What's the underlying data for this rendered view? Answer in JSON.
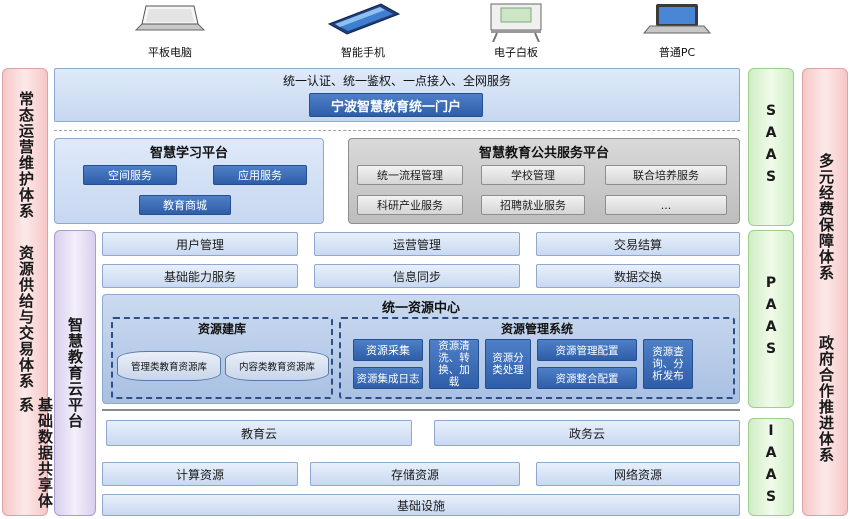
{
  "devices": [
    {
      "label": "平板电脑",
      "icon": "tablet-icon"
    },
    {
      "label": "智能手机",
      "icon": "smartphone-icon"
    },
    {
      "label": "电子白板",
      "icon": "whiteboard-icon"
    },
    {
      "label": "普通PC",
      "icon": "laptop-icon"
    }
  ],
  "left_side": {
    "title_a": "常态运营维护体系",
    "title_b": "资源供给与交易体系",
    "title_c": "基础数据共享体系"
  },
  "right_side": {
    "title_a": "多元经费保障体系",
    "title_b": "政府合作推进体系"
  },
  "layers": {
    "saas": "SAAS",
    "paas": "PAAS",
    "iaas": "IAAS"
  },
  "cloud_platform": "智慧教育云平台",
  "portal": {
    "services": "统一认证、统一鉴权、一点接入、全网服务",
    "title": "宁波智慧教育统一门户"
  },
  "learning_platform": {
    "title": "智慧学习平台",
    "items": [
      "空间服务",
      "应用服务",
      "教育商城"
    ]
  },
  "public_platform": {
    "title": "智慧教育公共服务平台",
    "items": [
      "统一流程管理",
      "学校管理",
      "联合培养服务",
      "科研产业服务",
      "招聘就业服务",
      "..."
    ]
  },
  "paas_rows": {
    "row1": [
      "用户管理",
      "运营管理",
      "交易结算"
    ],
    "row2": [
      "基础能力服务",
      "信息同步",
      "数据交换"
    ]
  },
  "resource_center": {
    "title": "统一资源中心",
    "library": {
      "title": "资源建库",
      "items": [
        "管理类教育资源库",
        "内容类教育资源库"
      ]
    },
    "management": {
      "title": "资源管理系统",
      "collect": "资源采集",
      "integrate": "资源集成日志",
      "clean": "资源清洗、转换、加载",
      "classify": "资源分类处理",
      "config": "资源管理配置",
      "merge": "资源整合配置",
      "query": "资源查询、分析发布"
    }
  },
  "iaas": {
    "clouds": [
      "教育云",
      "政务云"
    ],
    "resources": [
      "计算资源",
      "存储资源",
      "网络资源"
    ],
    "infra": "基础设施"
  }
}
